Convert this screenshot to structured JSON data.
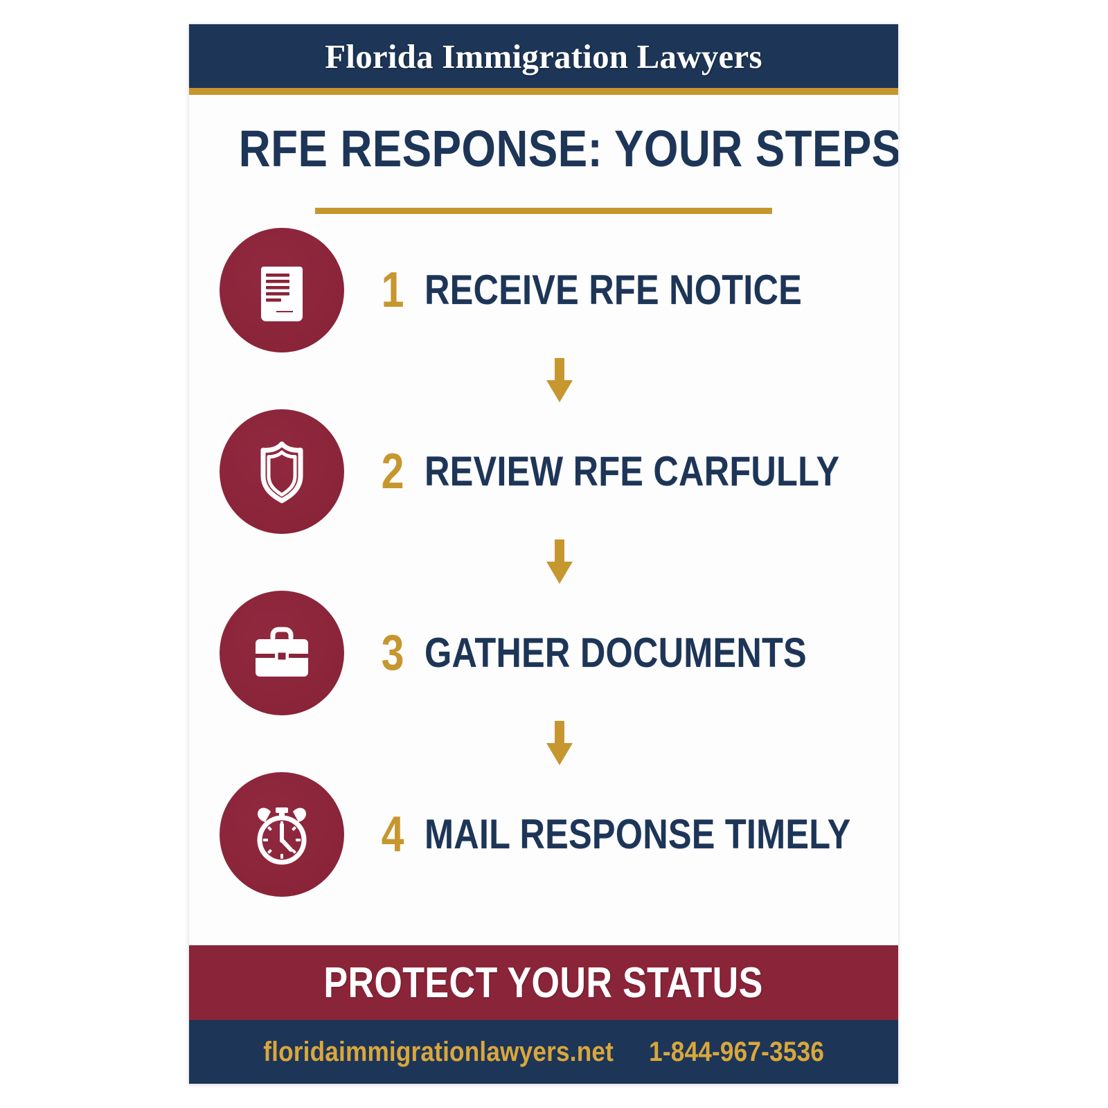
{
  "colors": {
    "navy": "#1d3557",
    "gold": "#c6972f",
    "maroon": "#8a2439",
    "white": "#ffffff",
    "page_background": "#fdfdfd"
  },
  "header": {
    "brand": "Florida Immigration Lawyers"
  },
  "title": {
    "headline": "RFE RESPONSE: YOUR STEPS"
  },
  "steps": [
    {
      "number": "1",
      "label": "RECEIVE RFE NOTICE",
      "icon": "document-scroll-icon"
    },
    {
      "number": "2",
      "label": "REVIEW RFE CARFULLY",
      "icon": "shield-icon"
    },
    {
      "number": "3",
      "label": "GATHER DOCUMENTS",
      "icon": "briefcase-icon"
    },
    {
      "number": "4",
      "label": "MAIL RESPONSE TIMELY",
      "icon": "alarm-clock-icon"
    }
  ],
  "connectors": [
    {
      "icon": "arrow-down-icon"
    },
    {
      "icon": "arrow-down-icon"
    },
    {
      "icon": "arrow-down-icon"
    }
  ],
  "cta": {
    "text": "PROTECT YOUR STATUS"
  },
  "contact": {
    "website": "floridaimmigrationlawyers.net",
    "phone": "1-844-967-3536"
  }
}
